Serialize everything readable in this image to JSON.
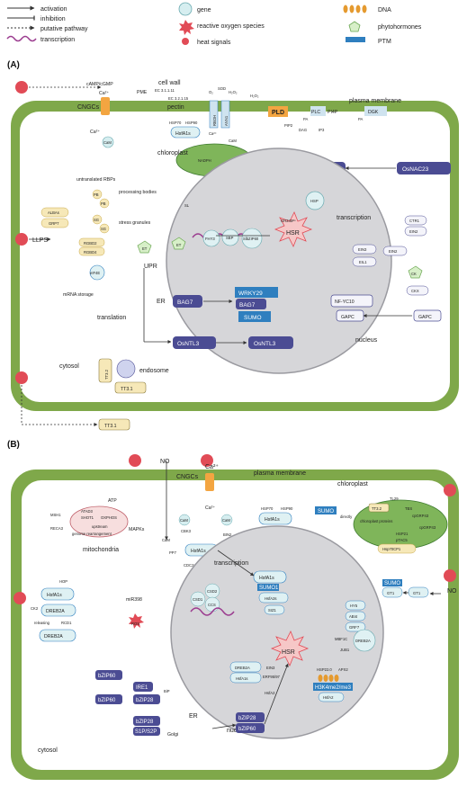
{
  "legend": {
    "activation": "activation",
    "inhibition": "inhibition",
    "putative_pathway": "putative pathway",
    "transcription": "transcription",
    "gene": "gene",
    "ros": "reactive oxygen species",
    "heat_signals": "heat signals",
    "dna": "DNA",
    "phytohormones": "phytohormones",
    "ptm": "PTM"
  },
  "panel_a": {
    "label": "(A)",
    "camp": "cAMP/cGMP",
    "cell_wall": "cell wall",
    "pme": "PME",
    "ec1": "EC 3.1.1.11",
    "ec2": "EC 3.2.1.15",
    "pectin": "pectin",
    "cngcs": "CNGCs",
    "ca2": "Ca²⁺",
    "cam": "CaM",
    "rboh": "RBOH",
    "annex": "ANN1",
    "o2": "O₂",
    "sod": "SOD",
    "h2o2": "H₂O₂",
    "pld": "PLD",
    "plc": "PLC",
    "pip2": "PIP2",
    "pi4p": "PI4P",
    "dgk": "DGK",
    "pa": "PA",
    "dag": "DAG",
    "ip3": "IP3",
    "plasma_membrane": "plasma membrane",
    "hsp70": "HSP70",
    "hsp90": "HSP90",
    "hsfa1s": "HsfA1s",
    "chloroplast": "chloroplast",
    "nadph": "NADPH",
    "osnac23": "OsNAC23",
    "untranslated_rbps": "untranslated RBPs",
    "processing_bodies": "processing bodies",
    "stress_granules": "stress granules",
    "pb": "PB",
    "sg": "SG",
    "albas": "ALBAs",
    "grp7": "GRP7",
    "rgbd2": "RGBD2",
    "rgbd4": "RGBD4",
    "llps": "LLPS",
    "eif4e": "eIF4E",
    "mrna_storage": "mRNA storage",
    "translation": "translation",
    "upr": "UPR",
    "er": "ER",
    "bag7": "BAG7",
    "wrky29": "WRKY29",
    "sumo": "SUMO",
    "osntl3": "OsNTL3",
    "hsr": "HSR",
    "hsp": "HSP",
    "gr245": "GR245ᴰˢ",
    "transcription": "transcription",
    "ein3": "EIN3",
    "ein2": "EIN2",
    "eil1": "EIL1",
    "ctr1": "CTR1",
    "ck": "CK",
    "ckx": "CKX",
    "et": "ET",
    "nf_yc10": "NF-YC10",
    "gapc": "GAPC",
    "nucleus": "nucleus",
    "tt3_2": "TT3.2",
    "tt3_1": "TT3.1",
    "endosome": "endosome",
    "cytosol": "cytosol",
    "sl": "SL",
    "fhy3": "FHY3",
    "sbp": "SBP",
    "slbzip60": "SlbZIP60"
  },
  "panel_b": {
    "label": "(B)",
    "no": "NO",
    "ca2": "Ca²⁺",
    "cngcs": "CNGCs",
    "plasma_membrane": "plasma membrane",
    "chloroplast": "chloroplast",
    "cam": "CaM",
    "cbk3": "CBK3",
    "pp7": "PP7",
    "bin2": "BIN2",
    "hsfa1s": "HsfA1s",
    "cdc2a": "CDC2a",
    "hsp70": "HSP70",
    "hsp90": "HSP90",
    "sumo": "SUMO",
    "ok": "directly",
    "atp": "ATP",
    "oxphos": "OXPHOS",
    "mapks": "MAPKs",
    "msh1": "MSH1",
    "reca3": "RECA3",
    "atad3": "ATAD3",
    "shot1": "SHOT1",
    "upstream": "upstream",
    "genome_rearrangement": "genome rearrangement",
    "mitochondria": "mitochondria",
    "hop": "HOP",
    "ck2": "CK2",
    "dreb2a": "DREB2A",
    "rcd1": "RCD1",
    "releasing": "releasing",
    "mir398": "miR398",
    "csd2": "CSD2",
    "ccs": "CCS",
    "csd1": "CSD1",
    "ros": "ROS",
    "transcription": "transcription",
    "hsfa2s": "HsfA2s",
    "siz1": "SIZ1",
    "sumo1": "SUMO1",
    "gt1": "GT1",
    "hsr": "HSR",
    "hy5": "HY5",
    "abi4": "ABI4",
    "grf7": "GRF7",
    "mbf1c": "MBF1C",
    "jub1": "JUB1",
    "hsp22": "HSP22.0",
    "apx2": "APX2",
    "h3k4": "H3K4me2/me3",
    "hsfa2": "HsfA2",
    "ein3": "EIN3",
    "erf": "ERF95/97",
    "bzip60": "bZIP60",
    "ire1": "IRE1",
    "bzip28": "bZIP28",
    "bip": "BiP",
    "s1p": "S1P/S2P",
    "golgi": "Golgi",
    "er": "ER",
    "nucleus": "nucleus",
    "cytosol": "cytosol",
    "tl29": "TL29",
    "tbs": "TBS",
    "cpgrp43": "cpGRP43",
    "hsp21": "HSP21",
    "ptac5": "pTAC5",
    "hsp70cp1": "Hsp70CP1",
    "tt3_2": "TT3.2",
    "chloroplast_proteins": "chloroplast proteins"
  }
}
